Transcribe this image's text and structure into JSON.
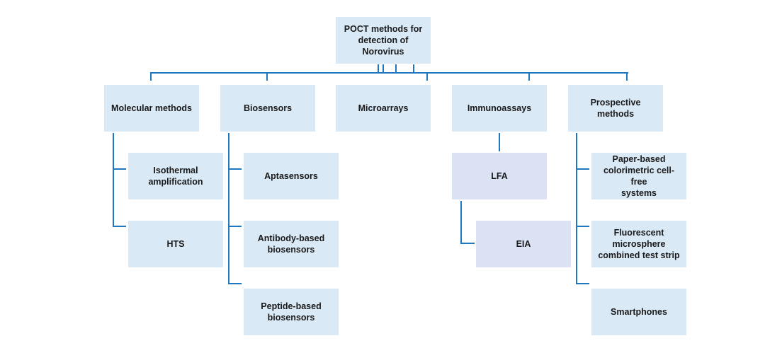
{
  "diagram": {
    "root": {
      "label": "POCT methods for\ndetection of Norovirus"
    },
    "categories": [
      {
        "label": "Molecular methods",
        "children": [
          {
            "label": "Isothermal\namplification"
          },
          {
            "label": "HTS"
          }
        ]
      },
      {
        "label": "Biosensors",
        "children": [
          {
            "label": "Aptasensors"
          },
          {
            "label": "Antibody-based\nbiosensors"
          },
          {
            "label": "Peptide-based\nbiosensors"
          }
        ]
      },
      {
        "label": "Microarrays",
        "children": []
      },
      {
        "label": "Immunoassays",
        "children": [
          {
            "label": "LFA",
            "children": [
              {
                "label": "EIA"
              }
            ]
          }
        ]
      },
      {
        "label": "Prospective methods",
        "children": [
          {
            "label": "Paper-based\ncolorimetric cell-free\nsystems"
          },
          {
            "label": "Fluorescent\nmicrosphere\ncombined test strip"
          },
          {
            "label": "Smartphones"
          }
        ]
      }
    ],
    "colors": {
      "box_fill": "#dae9f6",
      "box_fill_alt": "#dae2f4",
      "connector": "#1f77c0"
    }
  }
}
